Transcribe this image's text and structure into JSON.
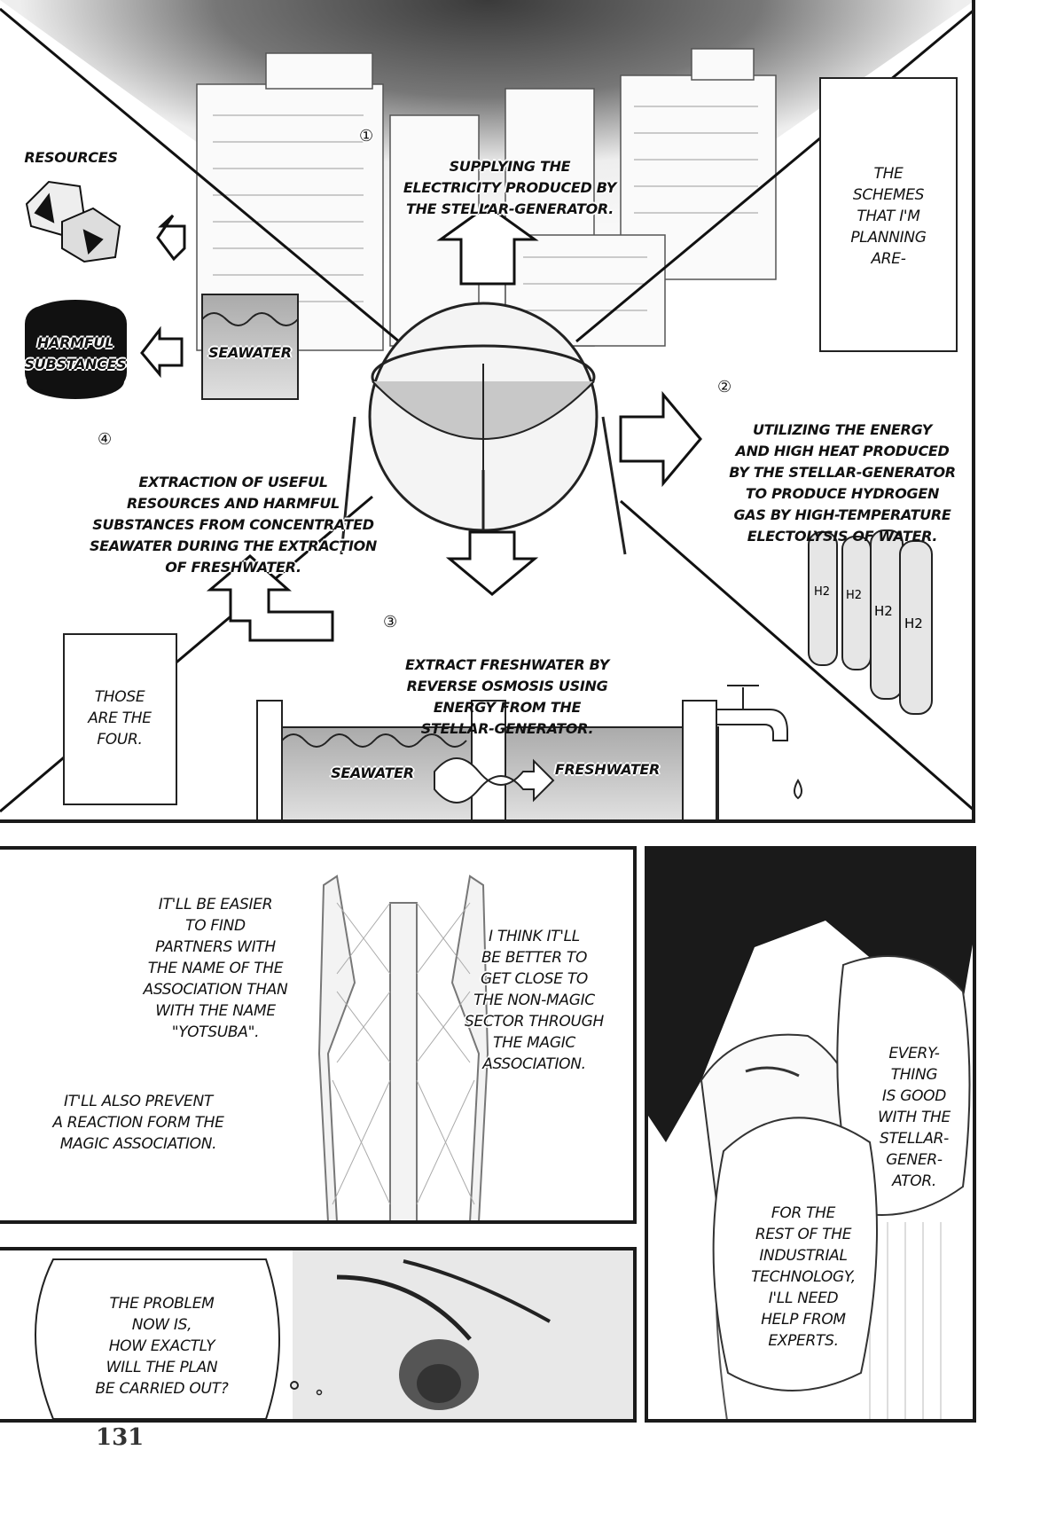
{
  "diagram": {
    "step1": {
      "number": "①",
      "text": "SUPPLYING THE\nELECTRICITY PRODUCED BY\nTHE STELLAR-GENERATOR."
    },
    "step2": {
      "number": "②",
      "text": "UTILIZING THE ENERGY\nAND HIGH HEAT PRODUCED\nBY THE STELLAR-GENERATOR\nTO PRODUCE HYDROGEN\nGAS BY HIGH-TEMPERATURE\nELECTOLYSIS OF WATER."
    },
    "step3": {
      "number": "③",
      "text": "EXTRACT FRESHWATER BY\nREVERSE OSMOSIS USING\nENERGY FROM THE\nSTELLAR-GENERATOR."
    },
    "step4": {
      "number": "④",
      "text": "EXTRACTION OF USEFUL\nRESOURCES AND HARMFUL\nSUBSTANCES FROM CONCENTRATED\nSEAWATER DURING THE EXTRACTION\nOF FRESHWATER."
    },
    "labels": {
      "resources": "RESOURCES",
      "harmful": "HARMFUL\nSUBSTANCES",
      "seawater_tank": "SEAWATER",
      "seawater_bottom": "SEAWATER",
      "freshwater": "FRESHWATER",
      "h2": "H2"
    },
    "narration_top": "THE\nSCHEMES\nTHAT I'M\nPLANNING\nARE-",
    "narration_bottom": "THOSE\nARE THE\nFOUR."
  },
  "panel2": {
    "text1": "IT'LL BE EASIER\nTO FIND\nPARTNERS WITH\nTHE NAME OF THE\nASSOCIATION THAN\nWITH THE NAME\n\"YOTSUBA\".",
    "text2": "IT'LL ALSO PREVENT\nA REACTION FORM THE\nMAGIC ASSOCIATION.",
    "text3": "I THINK IT'LL\nBE BETTER TO\nGET CLOSE TO\nTHE NON-MAGIC\nSECTOR THROUGH\nTHE MAGIC\nASSOCIATION."
  },
  "panel3": {
    "bubble": "THE PROBLEM\nNOW IS,\nHOW EXACTLY\nWILL THE PLAN\nBE CARRIED OUT?"
  },
  "panel4": {
    "bubble1": "EVERY-\nTHING\nIS GOOD\nWITH THE\nSTELLAR-\nGENER-\nATOR.",
    "bubble2": "FOR THE\nREST OF THE\nINDUSTRIAL\nTECHNOLOGY,\nI'LL NEED\nHELP FROM\nEXPERTS."
  },
  "page_number": "131"
}
